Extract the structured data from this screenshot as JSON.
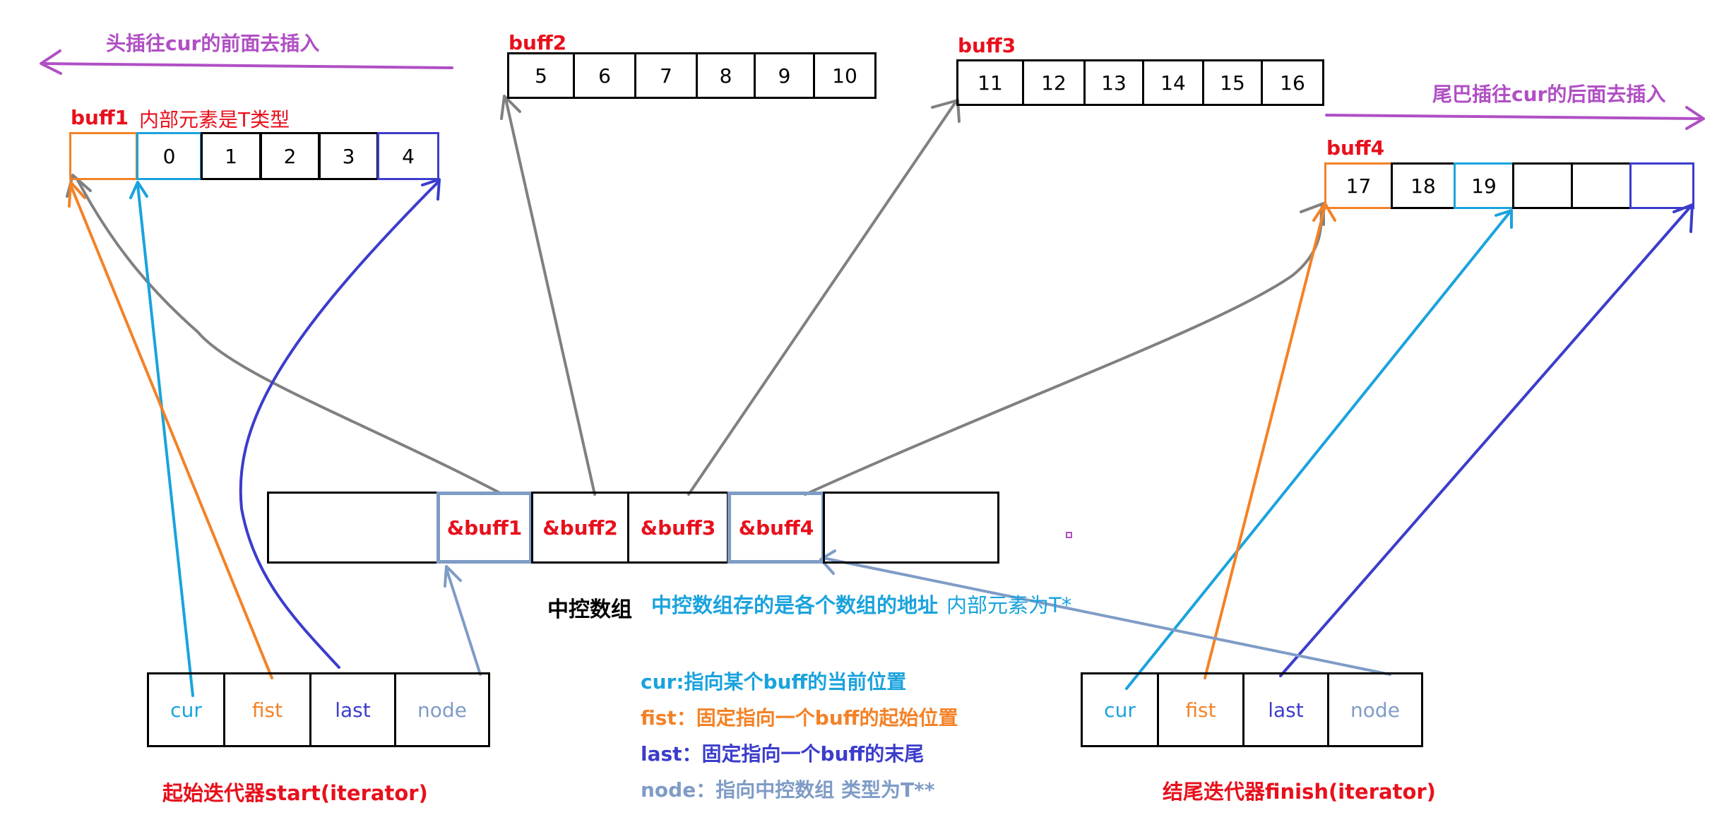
{
  "arrows": {
    "head_insert": "头插往cur的前面去插入",
    "tail_insert": "尾巴插往cur的后面去插入"
  },
  "buff1": {
    "label": "buff1",
    "note": "内部元素是T类型",
    "cells": [
      "",
      "0",
      "1",
      "2",
      "3",
      "4"
    ]
  },
  "buff2": {
    "label": "buff2",
    "cells": [
      "5",
      "6",
      "7",
      "8",
      "9",
      "10"
    ]
  },
  "buff3": {
    "label": "buff3",
    "cells": [
      "11",
      "12",
      "13",
      "14",
      "15",
      "16"
    ]
  },
  "buff4": {
    "label": "buff4",
    "cells": [
      "17",
      "18",
      "19",
      "",
      "",
      ""
    ]
  },
  "map": {
    "cells": [
      "",
      "&buff1",
      "&buff2",
      "&buff3",
      "&buff4",
      ""
    ],
    "title": "中控数组",
    "desc_bold": "中控数组存的是各个数组的地址",
    "desc_normal": "内部元素为T*"
  },
  "start_iter": {
    "fields": [
      "cur",
      "fist",
      "last",
      "node"
    ],
    "caption": "起始迭代器start(iterator)"
  },
  "finish_iter": {
    "fields": [
      "cur",
      "fist",
      "last",
      "node"
    ],
    "caption": "结尾迭代器finish(iterator)"
  },
  "legend": {
    "cur": "cur:指向某个buff的当前位置",
    "fist": "fist：固定指向一个buff的起始位置",
    "last": "last：固定指向一个buff的末尾",
    "node": "node：指向中控数组 类型为T**"
  },
  "colors": {
    "cur": "#1aa3dd",
    "fist": "#f38227",
    "last": "#3c3ccc",
    "node": "#7f9cc6",
    "map_link": "#808080",
    "label": "#e8101c",
    "insert_arrow": "#b04fc4"
  }
}
